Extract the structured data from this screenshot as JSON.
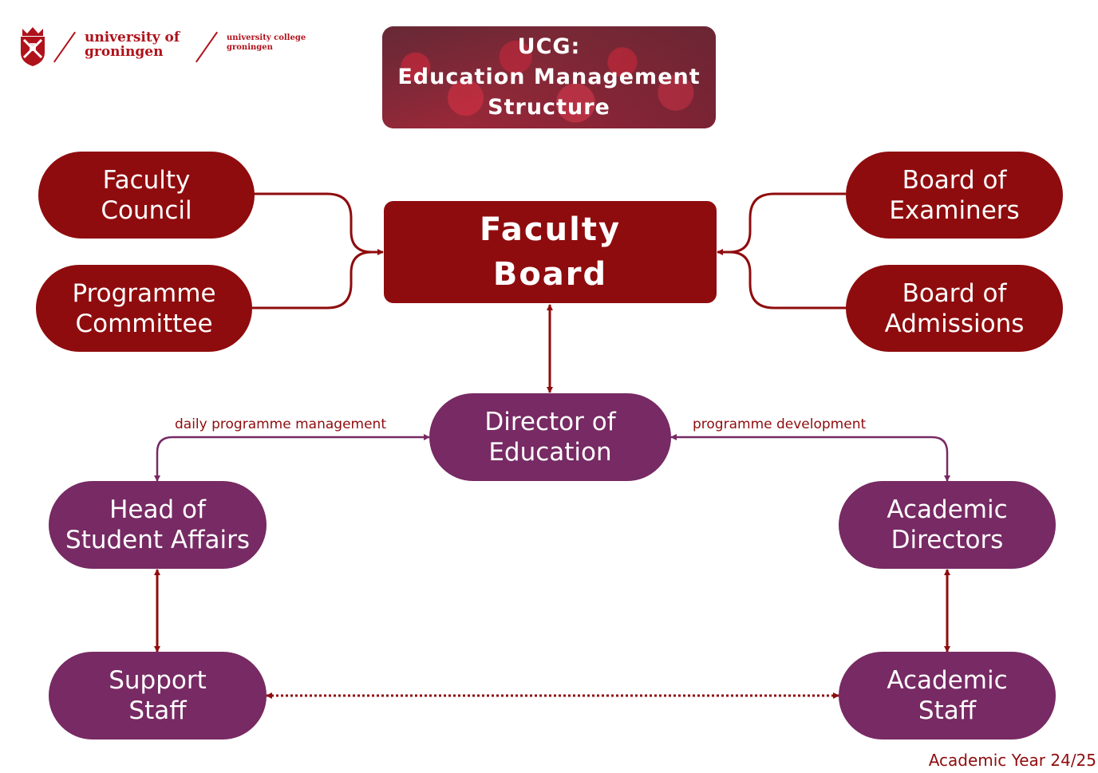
{
  "logos": {
    "university_line1": "university of",
    "university_line2": "groningen",
    "college_line1": "university college",
    "college_line2": "groningen"
  },
  "title": {
    "line1": "UCG:",
    "line2": "Education Management",
    "line3": "Structure"
  },
  "nodes": {
    "faculty_council": [
      "Faculty",
      "Council"
    ],
    "programme_committee": [
      "Programme",
      "Committee"
    ],
    "faculty_board": [
      "Faculty",
      "Board"
    ],
    "board_of_examiners": [
      "Board of",
      "Examiners"
    ],
    "board_of_admissions": [
      "Board of",
      "Admissions"
    ],
    "director_of_education": [
      "Director of",
      "Education"
    ],
    "head_of_student_affairs": [
      "Head of",
      "Student Affairs"
    ],
    "academic_directors": [
      "Academic",
      "Directors"
    ],
    "support_staff": [
      "Support",
      "Staff"
    ],
    "academic_staff": [
      "Academic",
      "Staff"
    ]
  },
  "edge_labels": {
    "left": "daily programme management",
    "right": "programme development"
  },
  "footer": {
    "academic_year": "Academic Year 24/25"
  },
  "colors": {
    "red": "#8f0c0e",
    "purple": "#772a63",
    "brand_red": "#b0121b"
  }
}
